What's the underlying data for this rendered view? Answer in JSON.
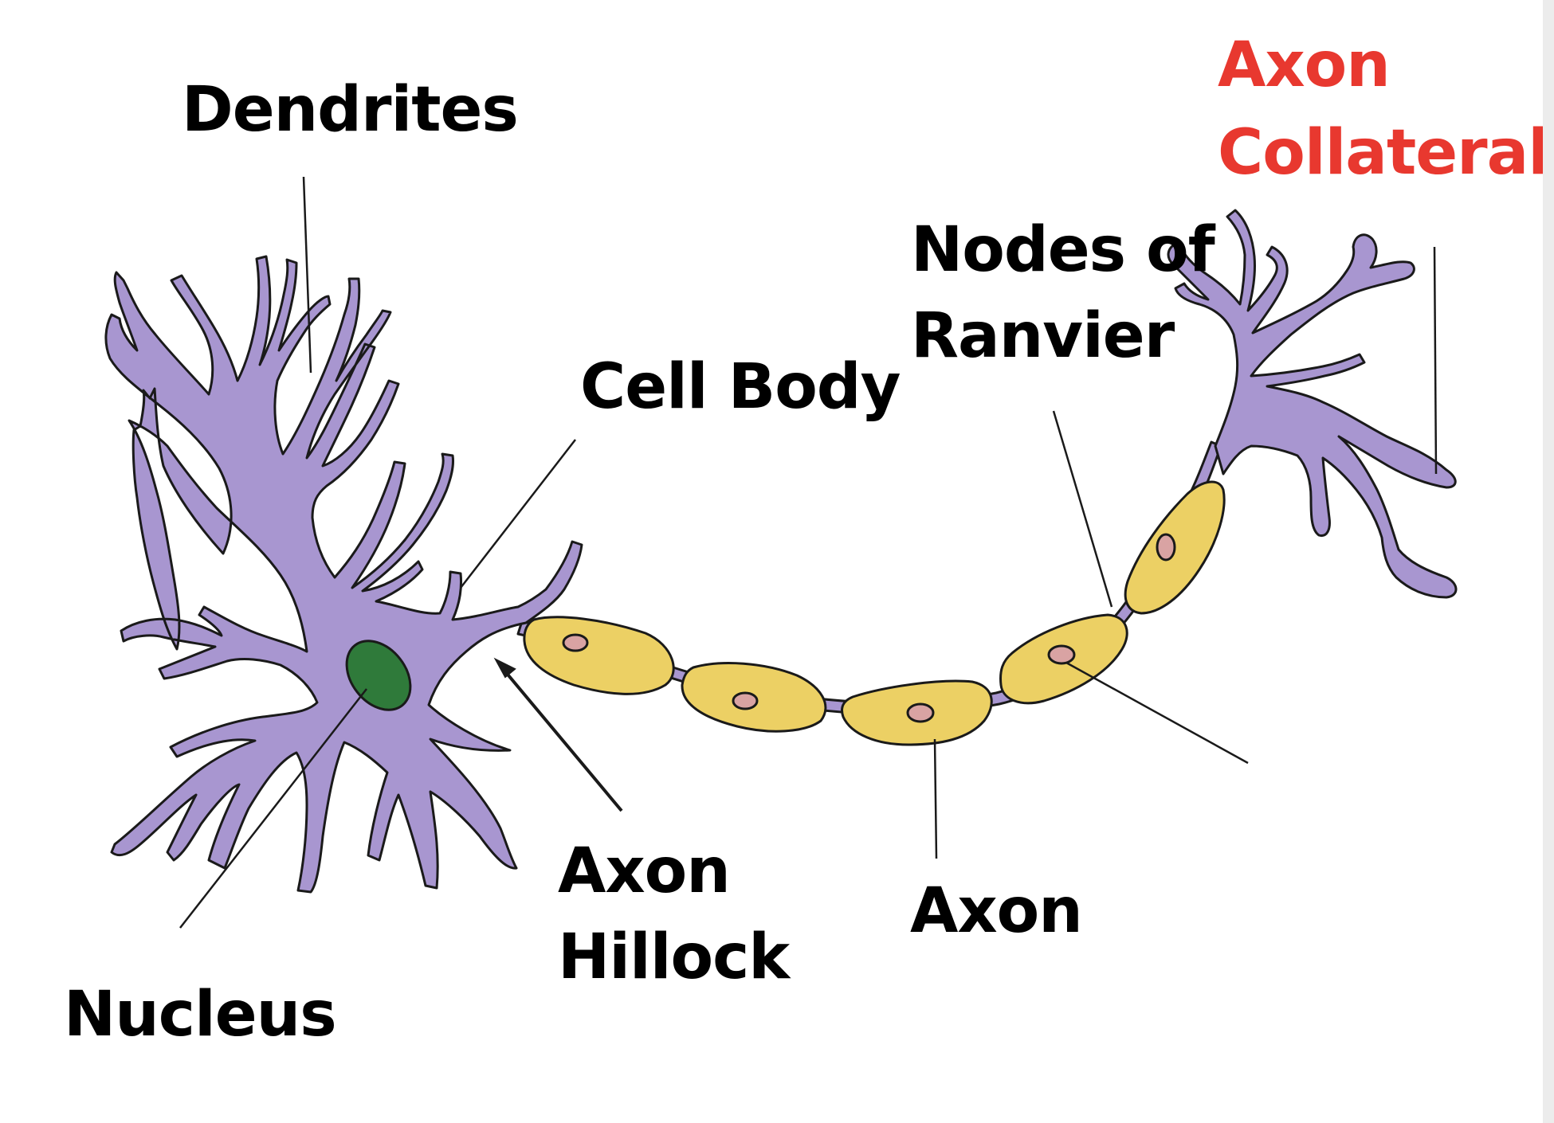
{
  "labels": {
    "dendrites": "Dendrites",
    "axon_collaterals_line1": "Axon",
    "axon_collaterals_line2": "Collaterals",
    "nodes_of_ranvier_line1": "Nodes of",
    "nodes_of_ranvier_line2": "Ranvier",
    "cell_body": "Cell Body",
    "axon_hillock_line1": "Axon",
    "axon_hillock_line2": "Hillock",
    "axon": "Axon",
    "nucleus": "Nucleus"
  },
  "colors": {
    "neuron_fill": "#a896d0",
    "myelin_fill": "#ecd064",
    "myelin_nucleus": "#d9a3a3",
    "cell_nucleus": "#2f7a3a",
    "outline": "#1a1a1a",
    "highlight_label": "#e8382f",
    "label": "#000000"
  }
}
